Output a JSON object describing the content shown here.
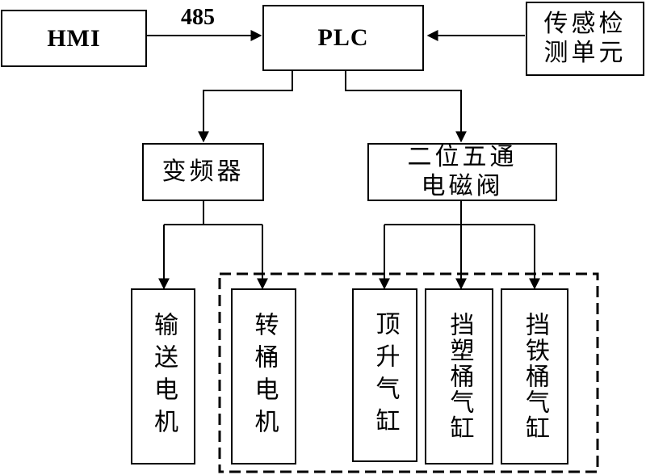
{
  "hmi": "HMI",
  "link_label": "485",
  "plc": "PLC",
  "sensor": "传感检\n测单元",
  "inverter": "变频器",
  "valve": "二位五通\n电磁阀",
  "conveyor_motor": "输送电机",
  "drum_motor": "转桶电机",
  "lift_cylinder": "顶升气缸",
  "plastic_stop_cylinder": "挡塑桶气缸",
  "iron_stop_cylinder": "挡铁桶气缸"
}
